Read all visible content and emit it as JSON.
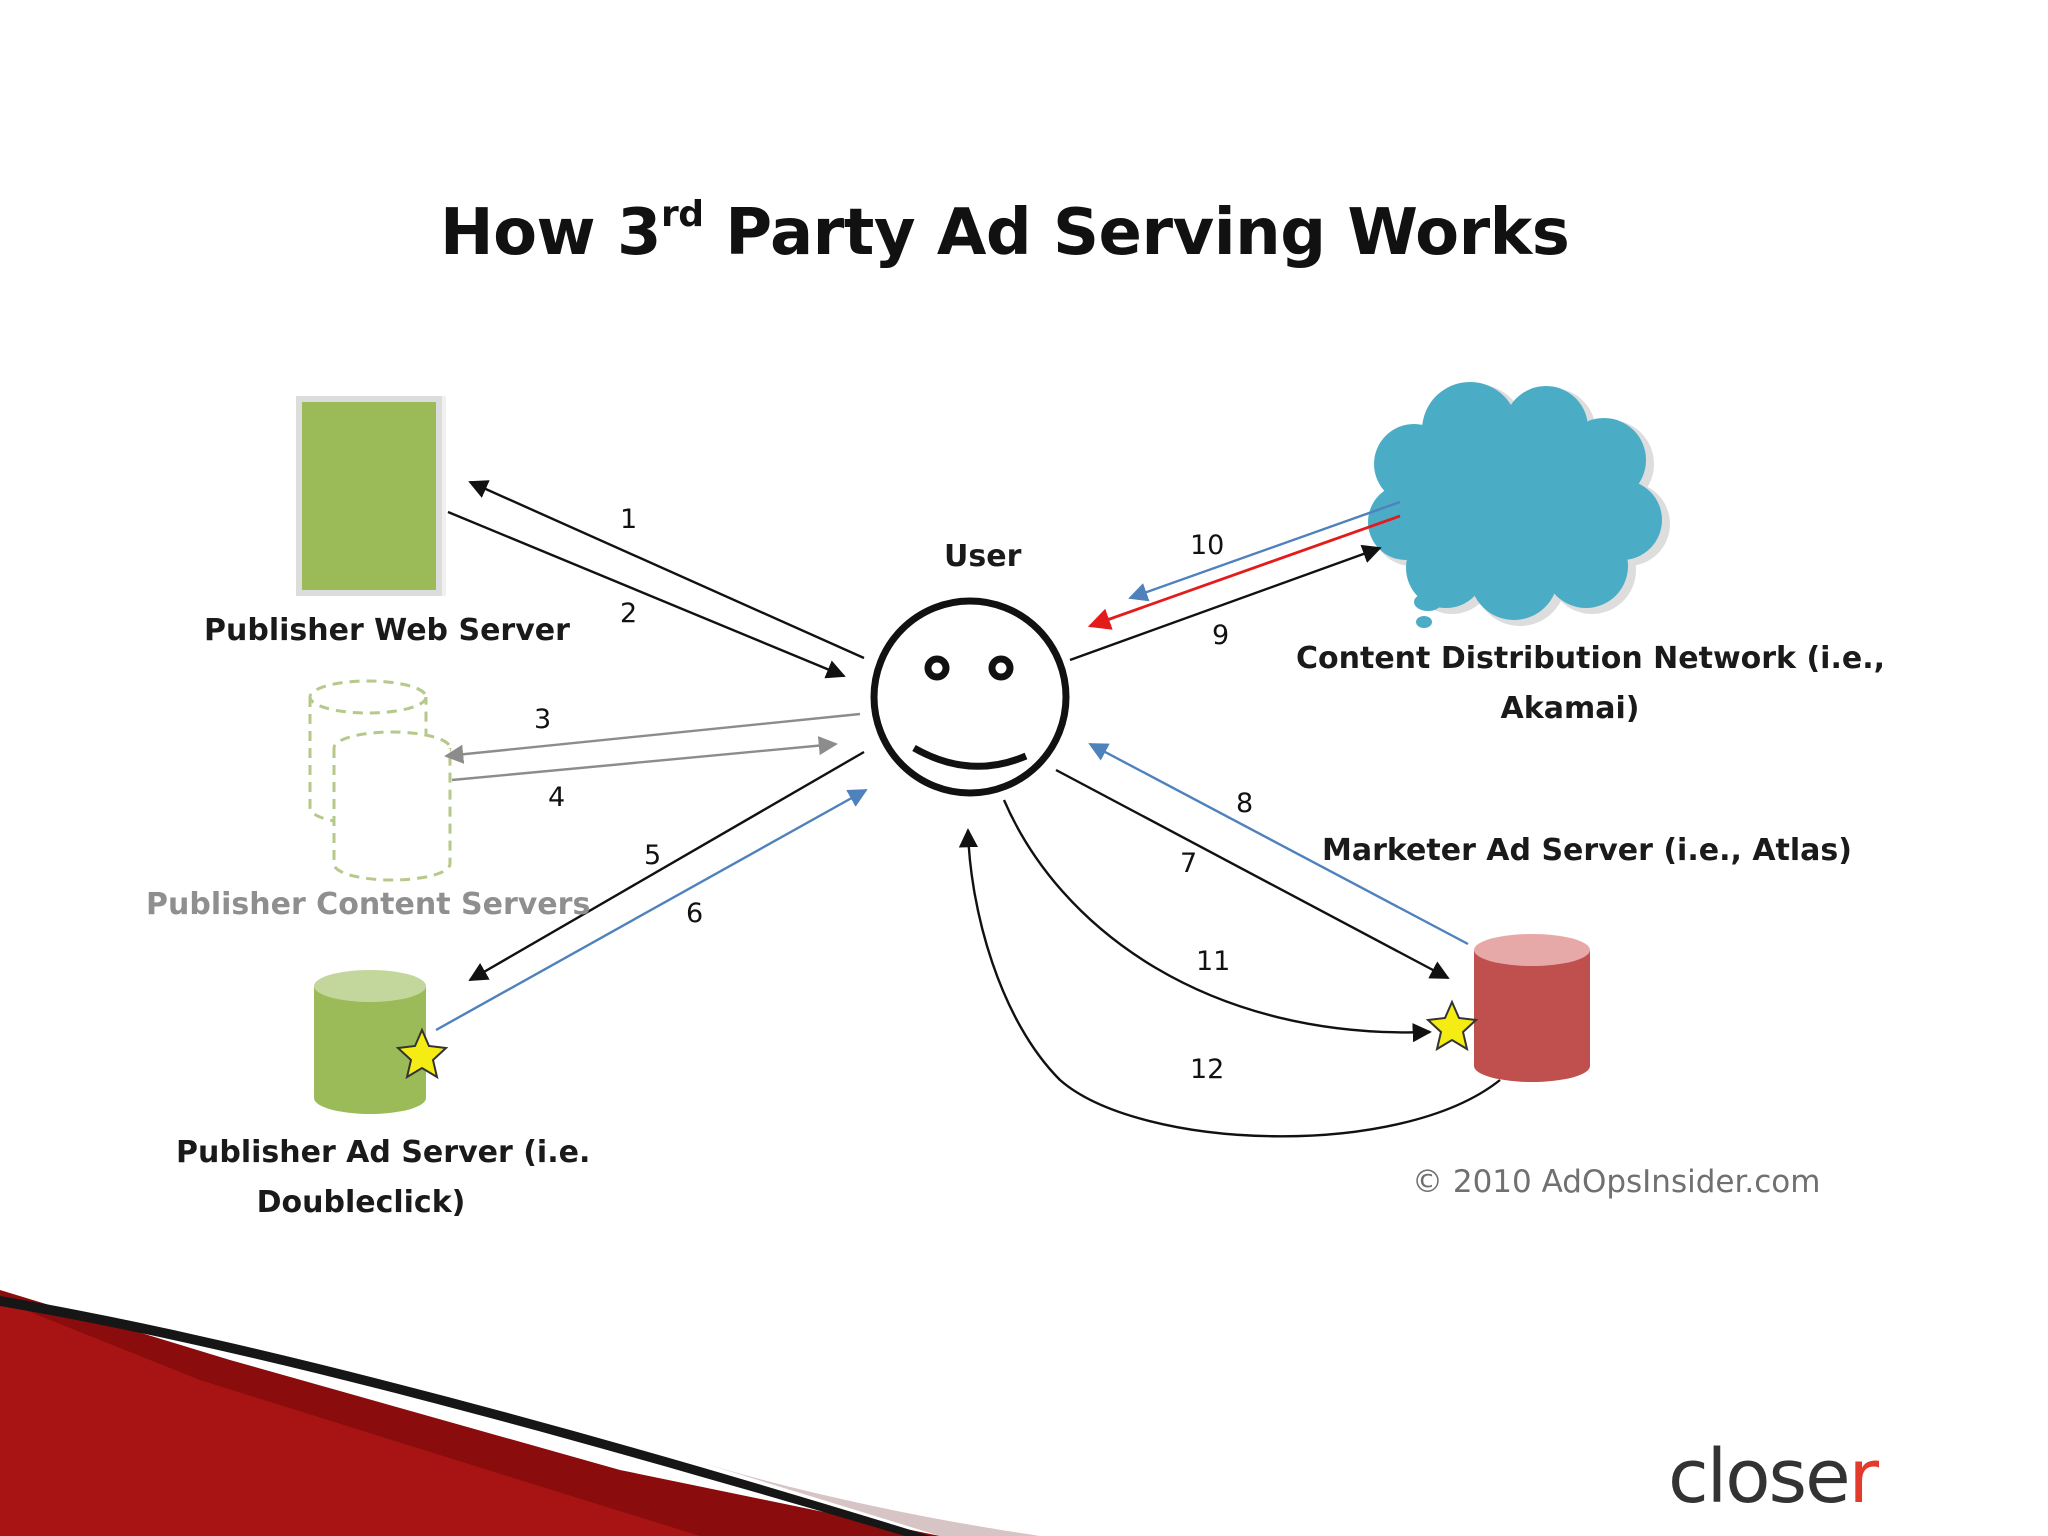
{
  "title": {
    "prefix": "How 3",
    "sup": "rd",
    "rest": " Party Ad Serving Works"
  },
  "nodes": {
    "user": "User",
    "publisher_web_server": "Publisher Web Server",
    "publisher_content_servers": "Publisher Content Servers",
    "publisher_ad_server_line1": "Publisher Ad Server (i.e.",
    "publisher_ad_server_line2": "Doubleclick)",
    "cdn_line1": "Content Distribution Network (i.e.,",
    "cdn_line2": "Akamai)",
    "marketer_ad_server": "Marketer Ad Server (i.e., Atlas)"
  },
  "steps": [
    "1",
    "2",
    "3",
    "4",
    "5",
    "6",
    "7",
    "8",
    "9",
    "10",
    "11",
    "12"
  ],
  "copyright": "© 2010  AdOpsInsider.com",
  "logo": {
    "text": "close",
    "mark": "r"
  },
  "colors": {
    "black_arrow": "#111111",
    "blue_arrow": "#4f81bd",
    "red_arrow": "#e41b1b",
    "gray_arrow": "#8c8c8c",
    "green": "#9bbb59",
    "red_server": "#c0504d",
    "cloud": "#4bacc6",
    "star": "#f5ec14"
  }
}
